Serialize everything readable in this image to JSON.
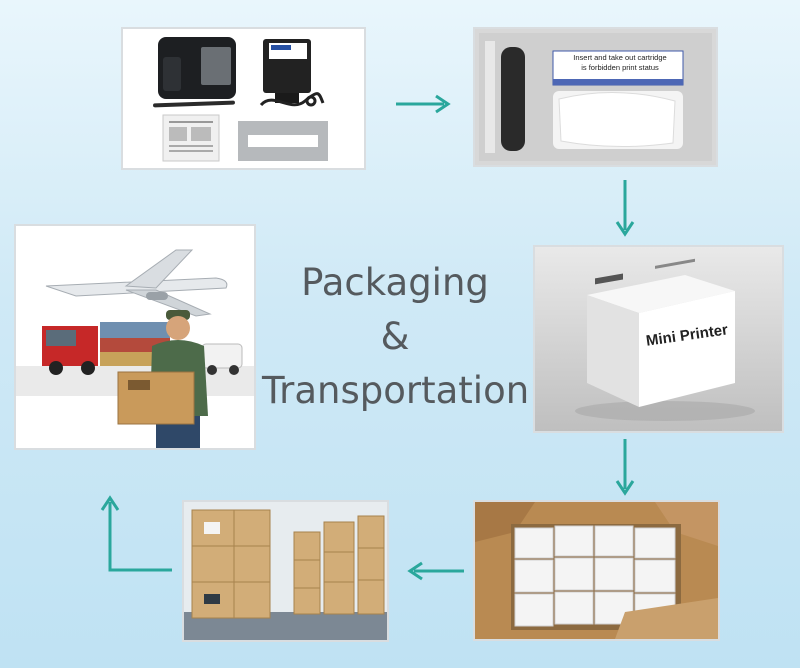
{
  "title": {
    "line1": "Packaging",
    "line2": "&",
    "line3": "Transportation"
  },
  "panels": {
    "accessories": {
      "icon": "printer-accessories-image"
    },
    "foam_case": {
      "label_line1": "Insert and take out cartridge",
      "label_line2": "is forbidden print status"
    },
    "product_box": {
      "box_label": "Mini Printer"
    },
    "cartons": {
      "icon": "carton-boxes-image"
    },
    "warehouse": {
      "icon": "warehouse-image"
    },
    "shipping": {
      "icon": "shipping-courier-image"
    }
  },
  "colors": {
    "arrow": "#2aa79c",
    "title_text": "#555a5e",
    "panel_border": "#d9dde0"
  }
}
